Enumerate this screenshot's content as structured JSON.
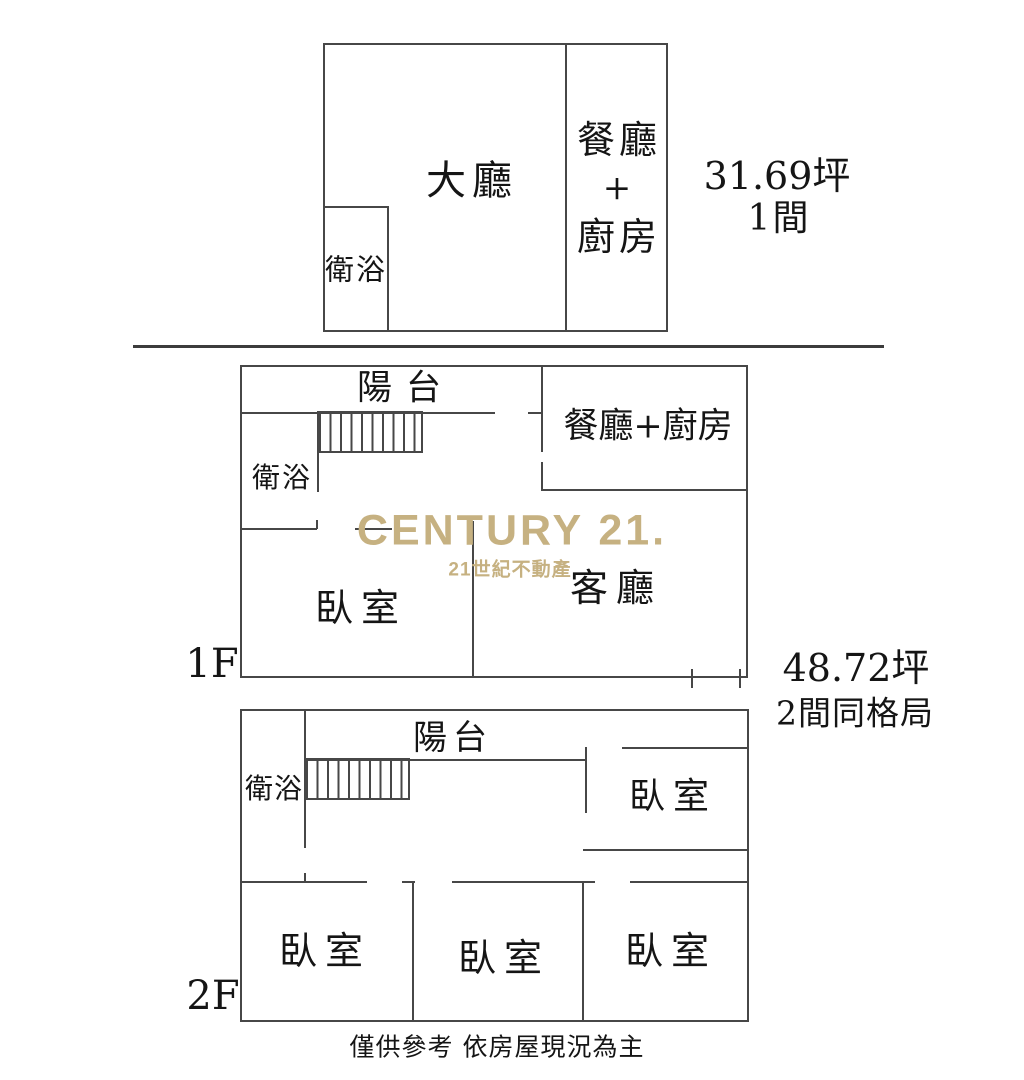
{
  "palette": {
    "wall_line": "#474747",
    "text": "#151515",
    "brand_gold": "#c6b181"
  },
  "caption": "僅供參考 依房屋現況為主",
  "watermark": {
    "brand": "CENTURY 21.",
    "subtitle": "21世紀不動產"
  },
  "unit_top": {
    "area": "31.69坪",
    "count": "1間",
    "rooms": {
      "hall": "大廳",
      "dining_kitchen_lines": [
        "餐廳",
        "+",
        "廚房"
      ],
      "bath": "衛浴"
    }
  },
  "floor_1f": {
    "label": "1F",
    "area": "48.72坪",
    "note": "2間同格局",
    "rooms": {
      "balcony": "陽台",
      "bath": "衛浴",
      "dining_kitchen": "餐廳+廚房",
      "bedroom": "臥室",
      "living": "客廳"
    }
  },
  "floor_2f": {
    "label": "2F",
    "rooms": {
      "balcony": "陽台",
      "bath": "衛浴",
      "bedrooms": [
        "臥室",
        "臥室",
        "臥室",
        "臥室"
      ]
    }
  }
}
